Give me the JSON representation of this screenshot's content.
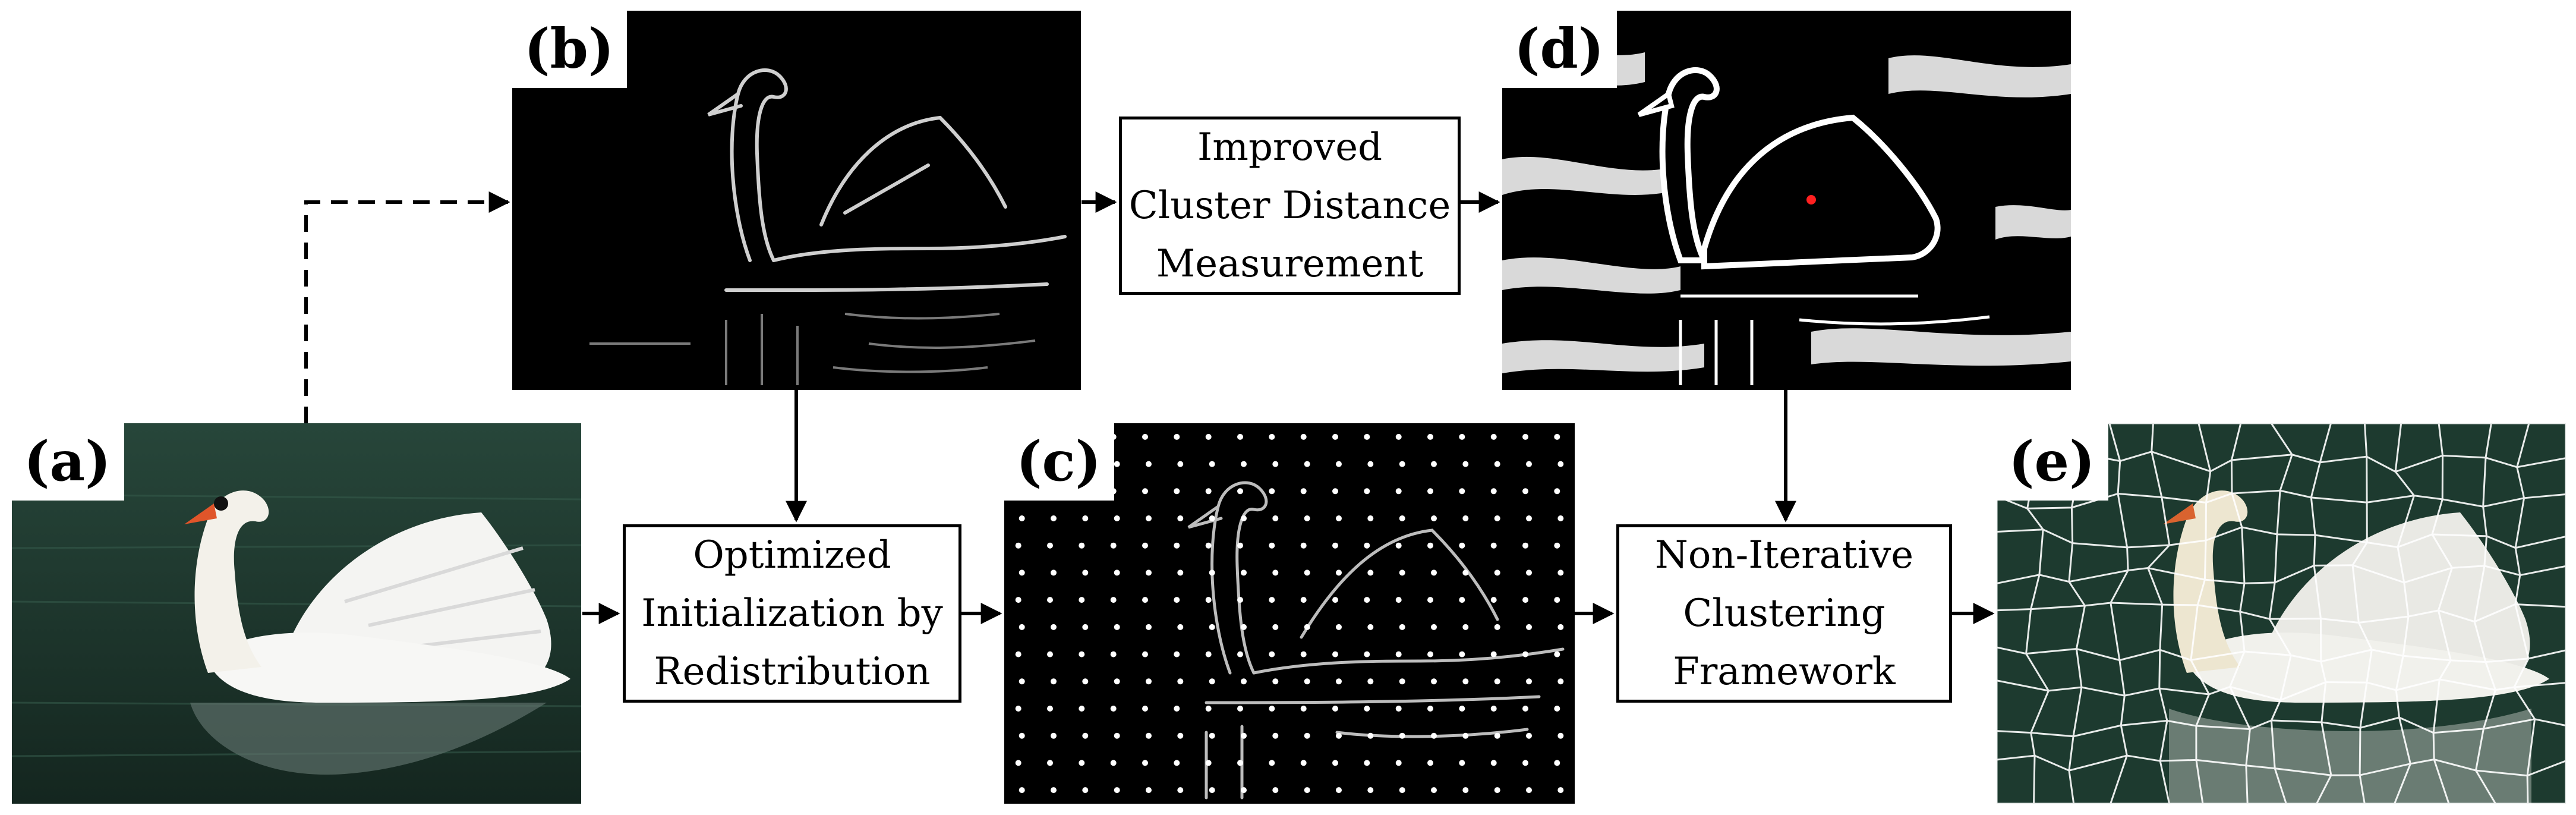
{
  "panels": {
    "a": {
      "label": "(a)"
    },
    "b": {
      "label": "(b)"
    },
    "c": {
      "label": "(c)"
    },
    "d": {
      "label": "(d)"
    },
    "e": {
      "label": "(e)"
    }
  },
  "boxes": {
    "distance": {
      "lines": [
        "Improved",
        "Cluster Distance",
        "Measurement"
      ]
    },
    "initialization": {
      "lines": [
        "Optimized",
        "Initialization by",
        "Redistribution"
      ]
    },
    "framework": {
      "lines": [
        "Non-Iterative",
        "Clustering",
        "Framework"
      ]
    }
  },
  "colors": {
    "water": "#1e3a30",
    "edge_bg": "#000000",
    "edge_line": "#d8d8d8",
    "seed_dot": "#ffffff",
    "highlight_dot": "#ff2020",
    "superpixel_line": "#ffffff"
  }
}
